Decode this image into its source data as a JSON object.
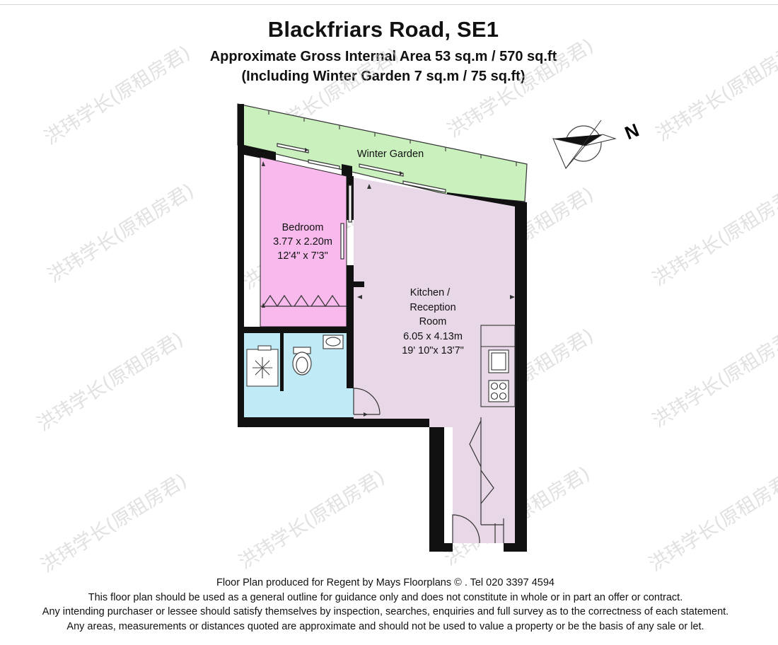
{
  "header": {
    "title": "Blackfriars Road, SE1",
    "area_line": "Approximate Gross Internal Area  53 sq.m  /  570 sq.ft",
    "winter_garden_line": "(Including Winter Garden  7 sq.m  /  75 sq.ft)"
  },
  "rooms": {
    "winter_garden": {
      "label": "Winter Garden",
      "color": "#c9f0bd"
    },
    "bedroom": {
      "name": "Bedroom",
      "metric": "3.77 x 2.20m",
      "imperial": "12'4\" x 7'3\"",
      "color": "#f8b9ec"
    },
    "kitchen": {
      "name_line1": "Kitchen /",
      "name_line2": "Reception",
      "name_line3": "Room",
      "metric": "6.05 x 4.13m",
      "imperial": "19' 10\"x 13'7\"",
      "color": "#e8d7e6"
    },
    "bathroom": {
      "color": "#bfeaf6"
    }
  },
  "compass": {
    "label": "N"
  },
  "watermark": {
    "text": "洪玮学长(原租房君)"
  },
  "footer": {
    "line1": "Floor Plan produced for Regent by Mays Floorplans © . Tel 020 3397 4594",
    "line2": "This floor plan should be used as a general outline for guidance only and does not constitute in whole or in part an offer or contract.",
    "line3": "Any intending purchaser or lessee should satisfy themselves by inspection, searches, enquiries and full survey as to the correctness of each statement.",
    "line4": "Any areas, measurements or distances quoted are approximate and should not be used to value a property or be the basis of any sale or let."
  }
}
